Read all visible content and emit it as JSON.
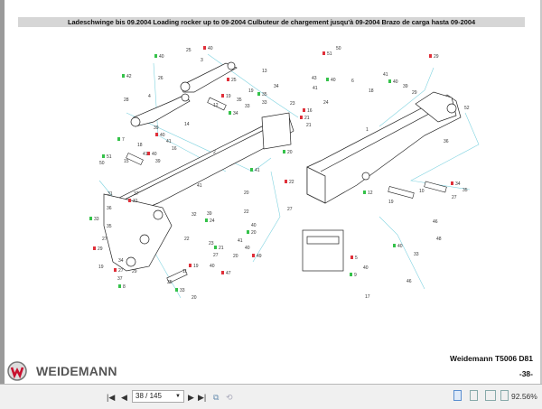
{
  "document": {
    "title": "Ladeschwinge bis 09.2004 Loading rocker up to 09-2004 Culbuteur de chargement jusqu'à 09-2004 Brazo de carga hasta 09-2004",
    "model": "Weidemann T5006 D81",
    "page_label": "-38-",
    "brand": "WEIDEMANN",
    "callouts": [
      "40",
      "25",
      "3",
      "40",
      "26",
      "13",
      "42",
      "28",
      "4",
      "25",
      "19",
      "34",
      "35",
      "33",
      "12",
      "19",
      "35",
      "33",
      "34",
      "14",
      "39",
      "40",
      "41",
      "16",
      "7",
      "18",
      "41",
      "40",
      "39",
      "50",
      "51",
      "15",
      "23",
      "21",
      "21",
      "2",
      "20",
      "1",
      "50",
      "51",
      "6",
      "43",
      "40",
      "41",
      "24",
      "16",
      "18",
      "41",
      "40",
      "39",
      "29",
      "29",
      "52",
      "36",
      "12",
      "10",
      "19",
      "34",
      "35",
      "27",
      "41",
      "20",
      "22",
      "22",
      "27",
      "40",
      "20",
      "41",
      "40",
      "49",
      "41",
      "39",
      "24",
      "32",
      "37",
      "31",
      "31",
      "36",
      "33",
      "35",
      "27",
      "29",
      "22",
      "23",
      "21",
      "27",
      "20",
      "19",
      "11",
      "35",
      "33",
      "20",
      "19",
      "27",
      "37",
      "29",
      "8",
      "34",
      "40",
      "47",
      "46",
      "48",
      "40",
      "33",
      "46",
      "5",
      "17",
      "40",
      "9"
    ]
  },
  "viewer": {
    "page_field": "38 / 145",
    "zoom": "92.56%",
    "icons": [
      "first-page-icon",
      "previous-page-icon",
      "next-page-icon",
      "last-page-icon",
      "copy-icon",
      "rotate-icon",
      "single-page-icon",
      "continuous-icon",
      "two-page-icon",
      "two-page-continuous-icon"
    ]
  },
  "colors": {
    "accent_brand": "#c8102e",
    "callout_green": "#35c24a",
    "bushing_red": "#e0303a",
    "leader_cyan": "#7fd3e0"
  }
}
